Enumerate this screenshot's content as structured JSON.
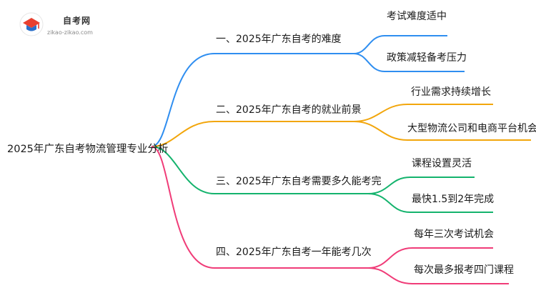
{
  "logo": {
    "name": "自考网",
    "url": "zikao-zikao.com"
  },
  "mindmap": {
    "root": "2025年广东自考物流管理专业分析",
    "branches": [
      {
        "title": "一、2025年广东自考的难度",
        "color": "#2f8ef0",
        "leaves": [
          "考试难度适中",
          "政策减轻备考压力"
        ]
      },
      {
        "title": "二、2025年广东自考的就业前景",
        "color": "#f2a60c",
        "leaves": [
          "行业需求持续增长",
          "大型物流公司和电商平台机会多"
        ]
      },
      {
        "title": "三、2025年广东自考需要多久能考完",
        "color": "#14b36d",
        "leaves": [
          "课程设置灵活",
          "最快1.5到2年完成"
        ]
      },
      {
        "title": "四、2025年广东自考一年能考几次",
        "color": "#f03c78",
        "leaves": [
          "每年三次考试机会",
          "每次最多报考四门课程"
        ]
      }
    ]
  }
}
